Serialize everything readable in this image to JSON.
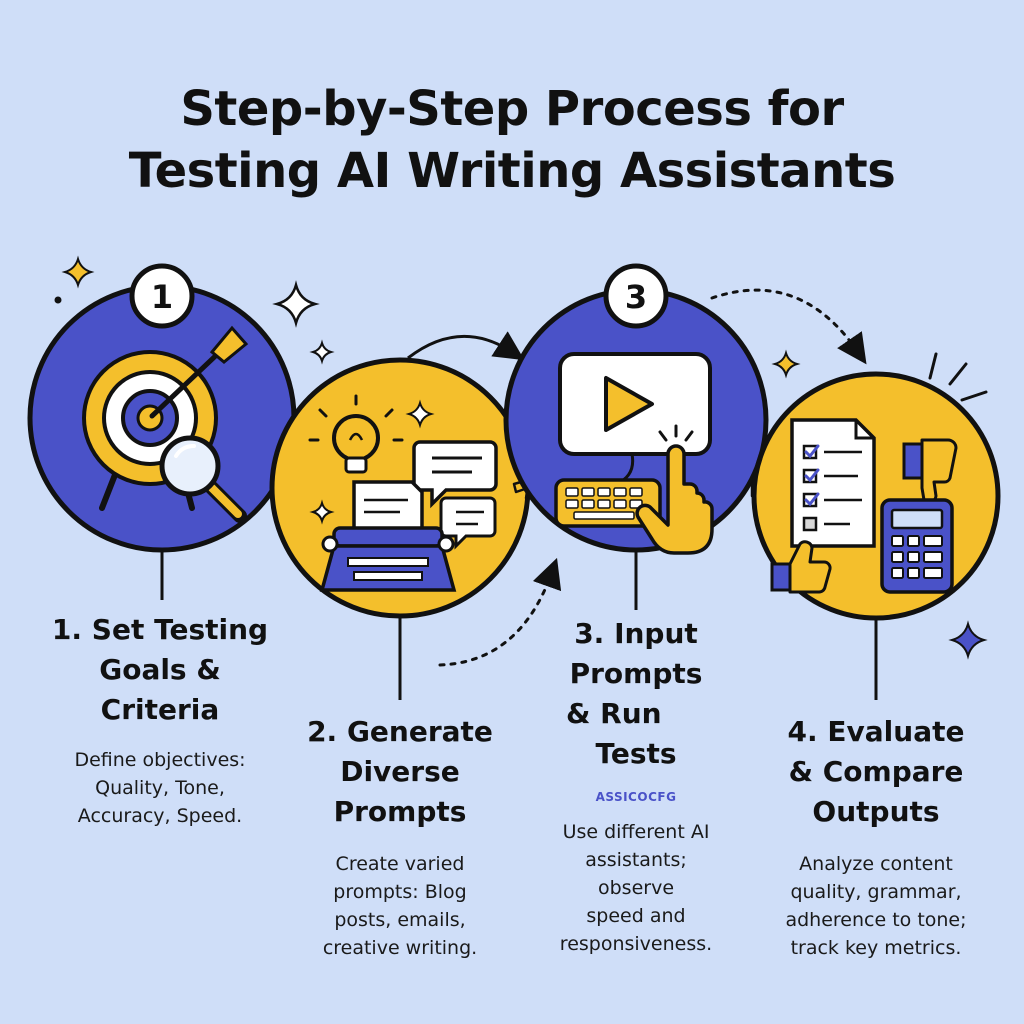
{
  "title": {
    "line1": "Step-by-Step Process for",
    "line2": "Testing AI Writing Assistants"
  },
  "colors": {
    "background": "#cfdef8",
    "blue": "#4a52c8",
    "yellow": "#f4bf2c",
    "outline": "#111111"
  },
  "steps": [
    {
      "badge": "1",
      "heading": [
        "1. Set Testing",
        "Goals &",
        "Criteria"
      ],
      "description": [
        "Define objectives:",
        "Quality, Tone,",
        "Accuracy, Speed."
      ],
      "circle_color": "blue",
      "icons": [
        "target-icon",
        "arrow-icon",
        "magnifier-icon"
      ]
    },
    {
      "heading": [
        "2. Generate",
        "Diverse",
        "Prompts"
      ],
      "description": [
        "Create varied",
        "prompts: Blog",
        "posts, emails,",
        "creative writing."
      ],
      "circle_color": "yellow",
      "icons": [
        "lightbulb-icon",
        "typewriter-icon",
        "chat-bubble-icon"
      ]
    },
    {
      "badge": "3",
      "heading": [
        "3. Input",
        "Prompts",
        "& Run",
        "Tests"
      ],
      "sublabel": "ASSICOCFG",
      "description": [
        "Use different AI",
        "assistants;",
        "observe",
        "speed and",
        "responsiveness."
      ],
      "circle_color": "blue",
      "icons": [
        "monitor-play-icon",
        "keyboard-icon",
        "pointing-hand-icon"
      ]
    },
    {
      "heading": [
        "4. Evaluate",
        "& Compare",
        "Outputs"
      ],
      "description": [
        "Analyze content",
        "quality, grammar,",
        "adherence to tone;",
        "track key metrics."
      ],
      "circle_color": "yellow",
      "icons": [
        "checklist-icon",
        "thumbs-down-icon",
        "thumbs-up-icon",
        "calculator-icon"
      ]
    }
  ]
}
